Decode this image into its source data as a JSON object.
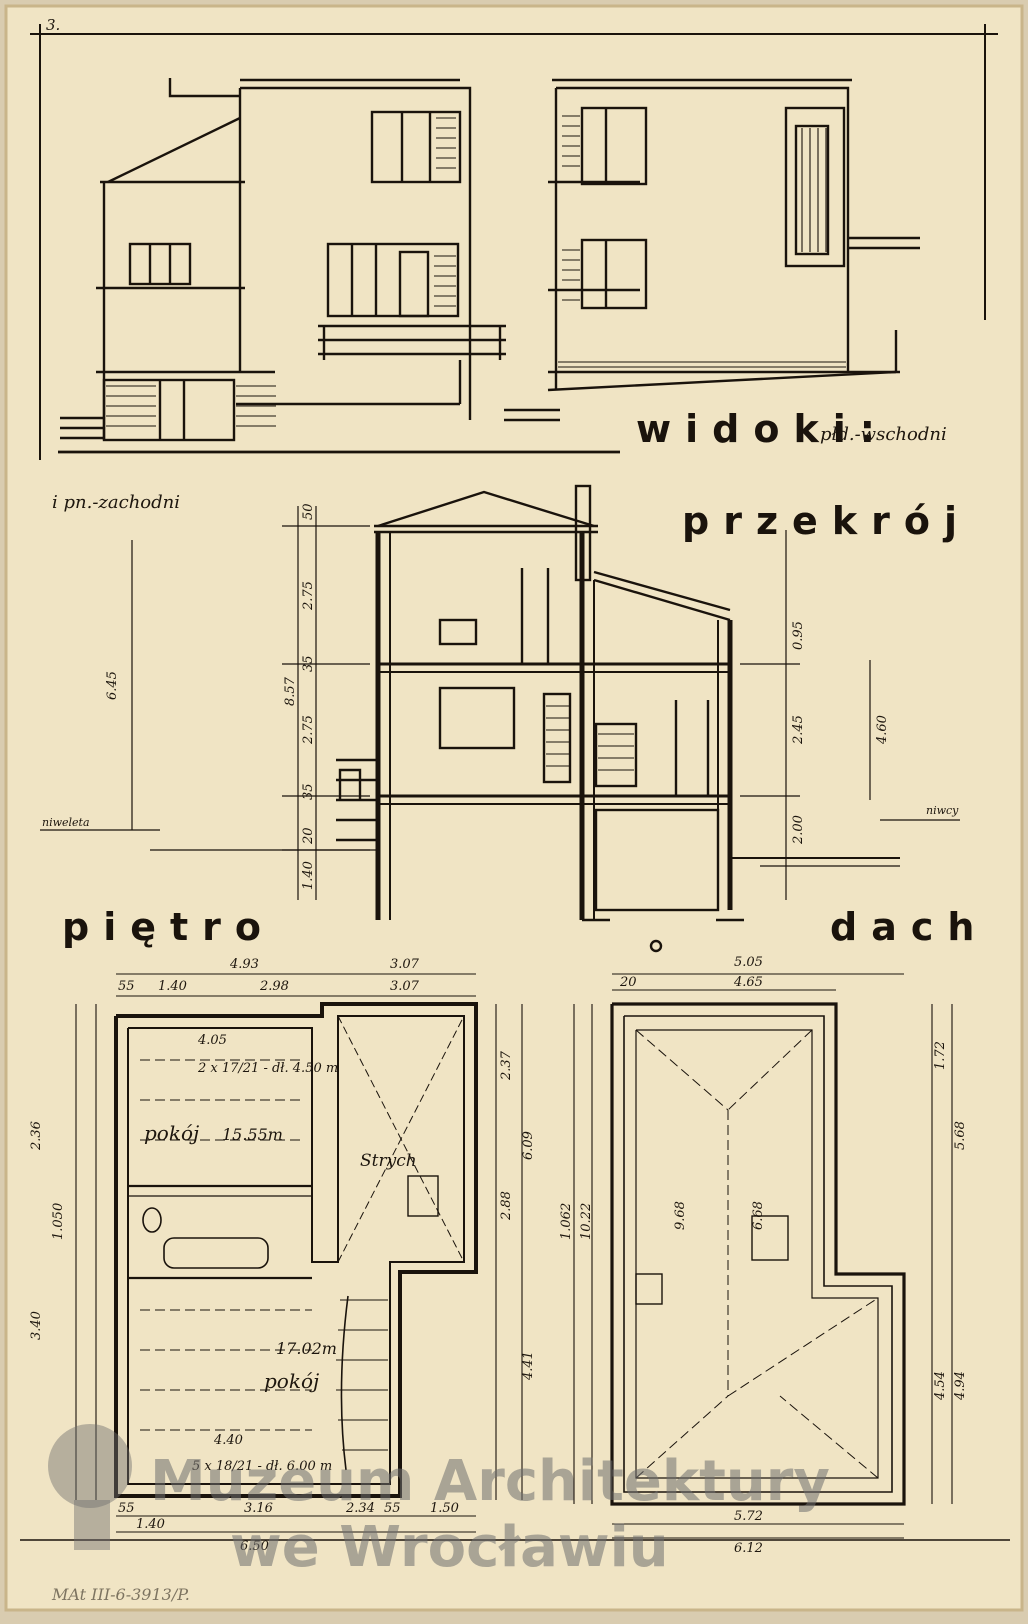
{
  "sheet": {
    "number": "3.",
    "catalog": "MAt III-6-3913/P."
  },
  "titles": {
    "elevation_title": "widoki:",
    "elevation_east": "płd.-wschodni",
    "elevation_west": "i pn.-zachodni",
    "section_title": "przekrój",
    "floor_title": "piętro",
    "roof_title": "dach"
  },
  "labels": {
    "room_upper": "pokój",
    "room_upper_area": "15.55m",
    "room_lower": "pokój",
    "room_lower_area": "17.02m",
    "attic": "Strych",
    "niveleta_left": "niweleta",
    "niveleta_right": "niwcy"
  },
  "dimensions": {
    "top_total_left": "4.93",
    "top_total_right": "3.07",
    "top_a": "55",
    "top_b": "1.40",
    "top_c": "2.98",
    "top_d": "3.07",
    "roof_total": "5.05",
    "roof_inner": "4.65",
    "roof_edge": "20",
    "bottom_a": "55",
    "bottom_b": "3.16",
    "bottom_c": "2.34",
    "bottom_d": "55",
    "bottom_e": "1.50",
    "bottom_total": "6.50",
    "bottom_f": "1.40",
    "roof_bottom_a": "5.72",
    "roof_bottom_total": "6.12",
    "section_height": "8.57",
    "sec_a": "2.75",
    "sec_b": "35",
    "sec_c": "2.75",
    "sec_d": "35",
    "sec_e": "20",
    "sec_f": "1.40",
    "sec_g": "50",
    "sec_h": "6.45",
    "sec_right_a": "4.60",
    "sec_right_b": "0.95",
    "sec_right_c": "2.45",
    "sec_right_d": "2.00",
    "plan_left_a": "2.36",
    "plan_left_b": "1.050",
    "plan_left_c": "3.40",
    "plan_right_a": "2.37",
    "plan_right_b": "6.09",
    "plan_right_c": "4.41",
    "plan_right_d": "2.88",
    "roof_right_a": "1.72",
    "roof_right_b": "5.68",
    "roof_right_c": "4.54",
    "roof_right_d": "4.94",
    "roof_left_a": "1.062",
    "roof_left_b": "10.22",
    "stairs_upper": "2 x 17/21 - dł. 4.50 m",
    "stairs_lower": "5 x 18/21 - dł. 6.00 m",
    "room_depth": "4.05",
    "room_depth2": "4.40",
    "roof_mid": "6.68",
    "roof_mid2": "9.68"
  },
  "watermark": {
    "line1": "Muzeum Architektury",
    "line2": "we Wrocławiu"
  }
}
